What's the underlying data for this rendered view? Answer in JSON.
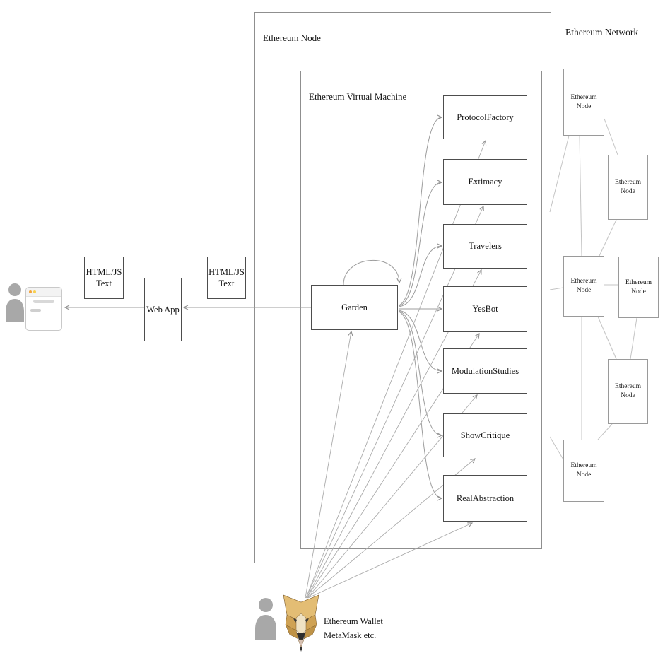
{
  "flow": {
    "io_boxes": [
      "HTML/JS Text",
      "HTML/JS Text"
    ],
    "web_app": "Web App"
  },
  "node": {
    "label": "Ethereum Node"
  },
  "evm": {
    "label": "Ethereum Virtual Machine",
    "garden": "Garden",
    "contracts": [
      "ProtocolFactory",
      "Extimacy",
      "Travelers",
      "YesBot",
      "ModulationStudies",
      "ShowCritique",
      "RealAbstraction"
    ]
  },
  "network": {
    "label": "Ethereum Network",
    "nodes": [
      "Ethereum Node",
      "Ethereum Node",
      "Ethereum Node",
      "Ethereum Node",
      "Ethereum Node",
      "Ethereum Node"
    ]
  },
  "wallet": {
    "line1": "Ethereum Wallet",
    "line2": "MetaMask etc."
  },
  "colors": {
    "box_border": "#4d4d4d",
    "container_border": "#8f8f8f",
    "connector": "#9c9c9c",
    "network_edge": "#c4c4c4",
    "icon_gray": "#a8a8a8",
    "fox_tan": "#dcb46c"
  }
}
